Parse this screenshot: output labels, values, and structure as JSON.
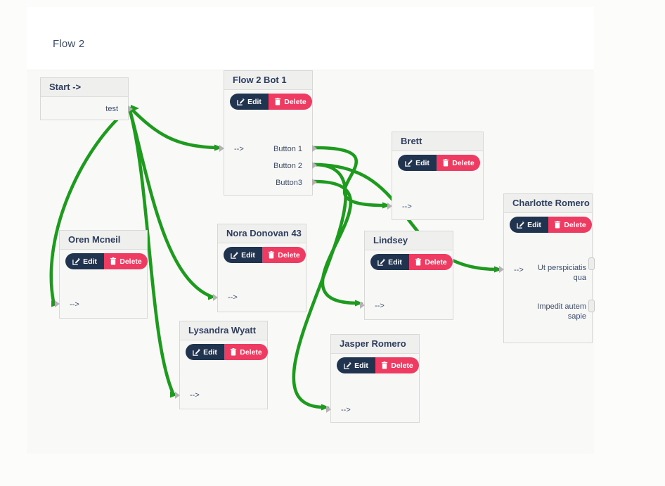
{
  "app": {
    "title": "Flow 2"
  },
  "colors": {
    "connection_green": "#1e9b1e",
    "edit_button": "#20334f",
    "delete_button": "#ee3b62",
    "node_header_text": "#2e3e5e"
  },
  "nodes": [
    {
      "title": "Start ->",
      "output_label": "test"
    },
    {
      "title": "Flow 2 Bot 1",
      "edit_label": "Edit",
      "delete_label": "Delete",
      "input_label": "-->",
      "outputs": [
        "Button 1",
        "Button 2",
        "Button3"
      ]
    },
    {
      "title": "Brett",
      "edit_label": "Edit",
      "delete_label": "Delete",
      "input_label": "-->"
    },
    {
      "title": "Charlotte Romero",
      "edit_label": "Edit",
      "delete_label": "Delete",
      "input_label": "-->",
      "outputs": [
        "Ut perspiciatis qua",
        "Impedit autem sapie"
      ]
    },
    {
      "title": "Oren Mcneil",
      "edit_label": "Edit",
      "delete_label": "Delete",
      "input_label": "-->"
    },
    {
      "title": "Nora Donovan 43",
      "edit_label": "Edit",
      "delete_label": "Delete",
      "input_label": "-->"
    },
    {
      "title": "Lysandra Wyatt",
      "edit_label": "Edit",
      "delete_label": "Delete",
      "input_label": "-->"
    },
    {
      "title": "Lindsey",
      "edit_label": "Edit",
      "delete_label": "Delete",
      "input_label": "-->"
    },
    {
      "title": "Jasper Romero",
      "edit_label": "Edit",
      "delete_label": "Delete",
      "input_label": "-->"
    }
  ],
  "connections": [
    {
      "from": "Start ->:test",
      "to": "Flow 2 Bot 1"
    },
    {
      "from": "Start ->:test",
      "to": "Oren Mcneil"
    },
    {
      "from": "Start ->:test",
      "to": "Nora Donovan 43"
    },
    {
      "from": "Start ->:test",
      "to": "Lysandra Wyatt"
    },
    {
      "from": "Flow 2 Bot 1:Button 1",
      "to": "Brett"
    },
    {
      "from": "Flow 2 Bot 1:Button 2",
      "to": "Charlotte Romero"
    },
    {
      "from": "Flow 2 Bot 1:Button 2",
      "to": "Jasper Romero"
    },
    {
      "from": "Flow 2 Bot 1:Button3",
      "to": "Lindsey"
    }
  ]
}
